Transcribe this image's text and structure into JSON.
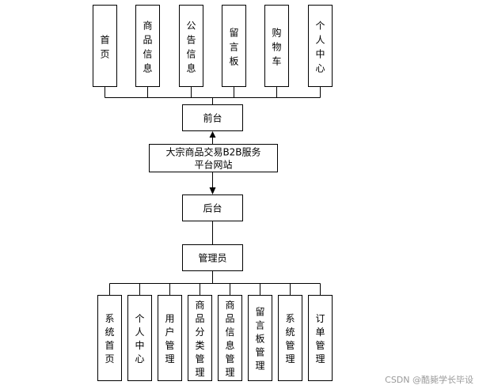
{
  "frontend": {
    "label": "前台",
    "modules": [
      "首页",
      "商品信息",
      "公告信息",
      "留言板",
      "购物车",
      "个人中心"
    ]
  },
  "center": {
    "line1": "大宗商品交易B2B服务",
    "line2": "平台网站"
  },
  "backend": {
    "label": "后台"
  },
  "admin": {
    "label": "管理员",
    "modules": [
      "系统首页",
      "个人中心",
      "用户管理",
      "商品分类管理",
      "商品信息管理",
      "留言板管理",
      "系统管理",
      "订单管理"
    ]
  },
  "watermark": "CSDN @酷毙学长毕设"
}
